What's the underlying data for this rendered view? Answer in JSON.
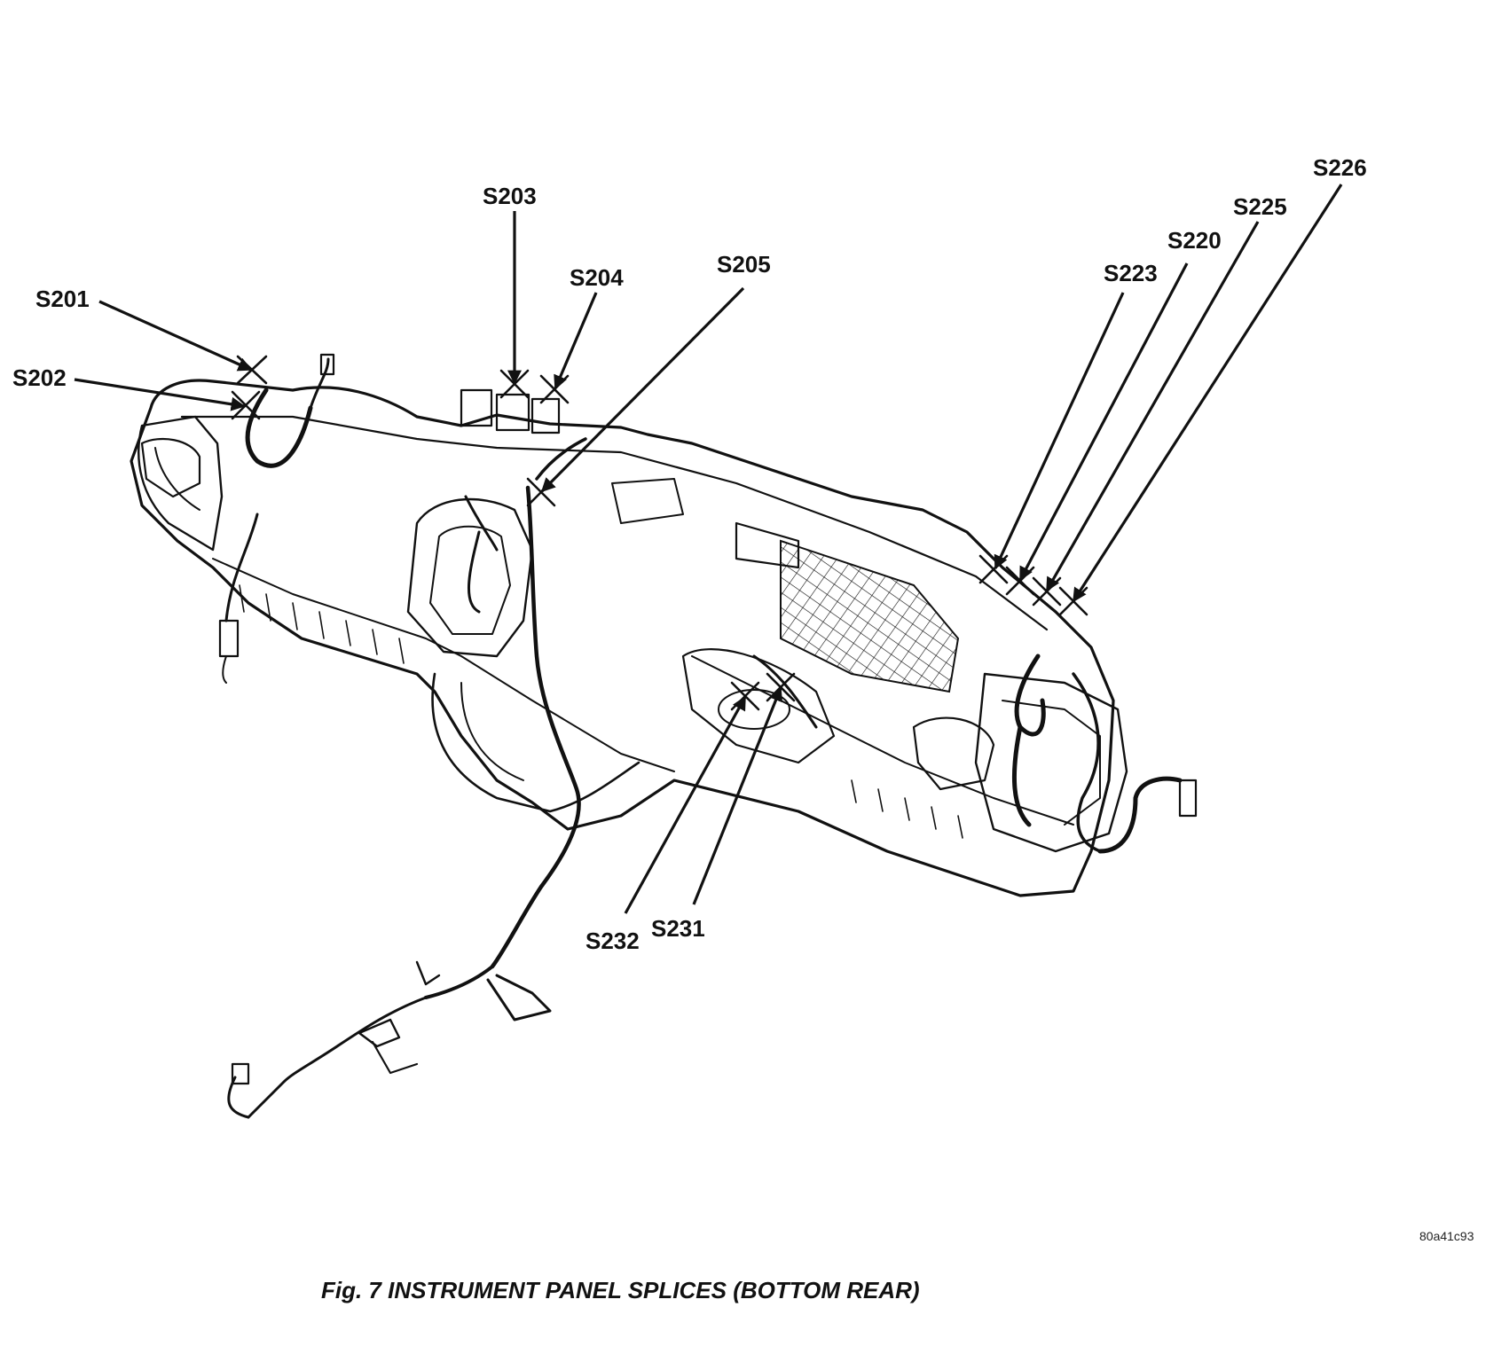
{
  "figure": {
    "caption": "Fig. 7 INSTRUMENT PANEL SPLICES (BOTTOM REAR)",
    "art_id": "80a41c93"
  },
  "callouts": {
    "s201": "S201",
    "s202": "S202",
    "s203": "S203",
    "s204": "S204",
    "s205": "S205",
    "s220": "S220",
    "s223": "S223",
    "s225": "S225",
    "s226": "S226",
    "s231": "S231",
    "s232": "S232"
  },
  "colors": {
    "ink": "#111111",
    "background": "#ffffff"
  }
}
